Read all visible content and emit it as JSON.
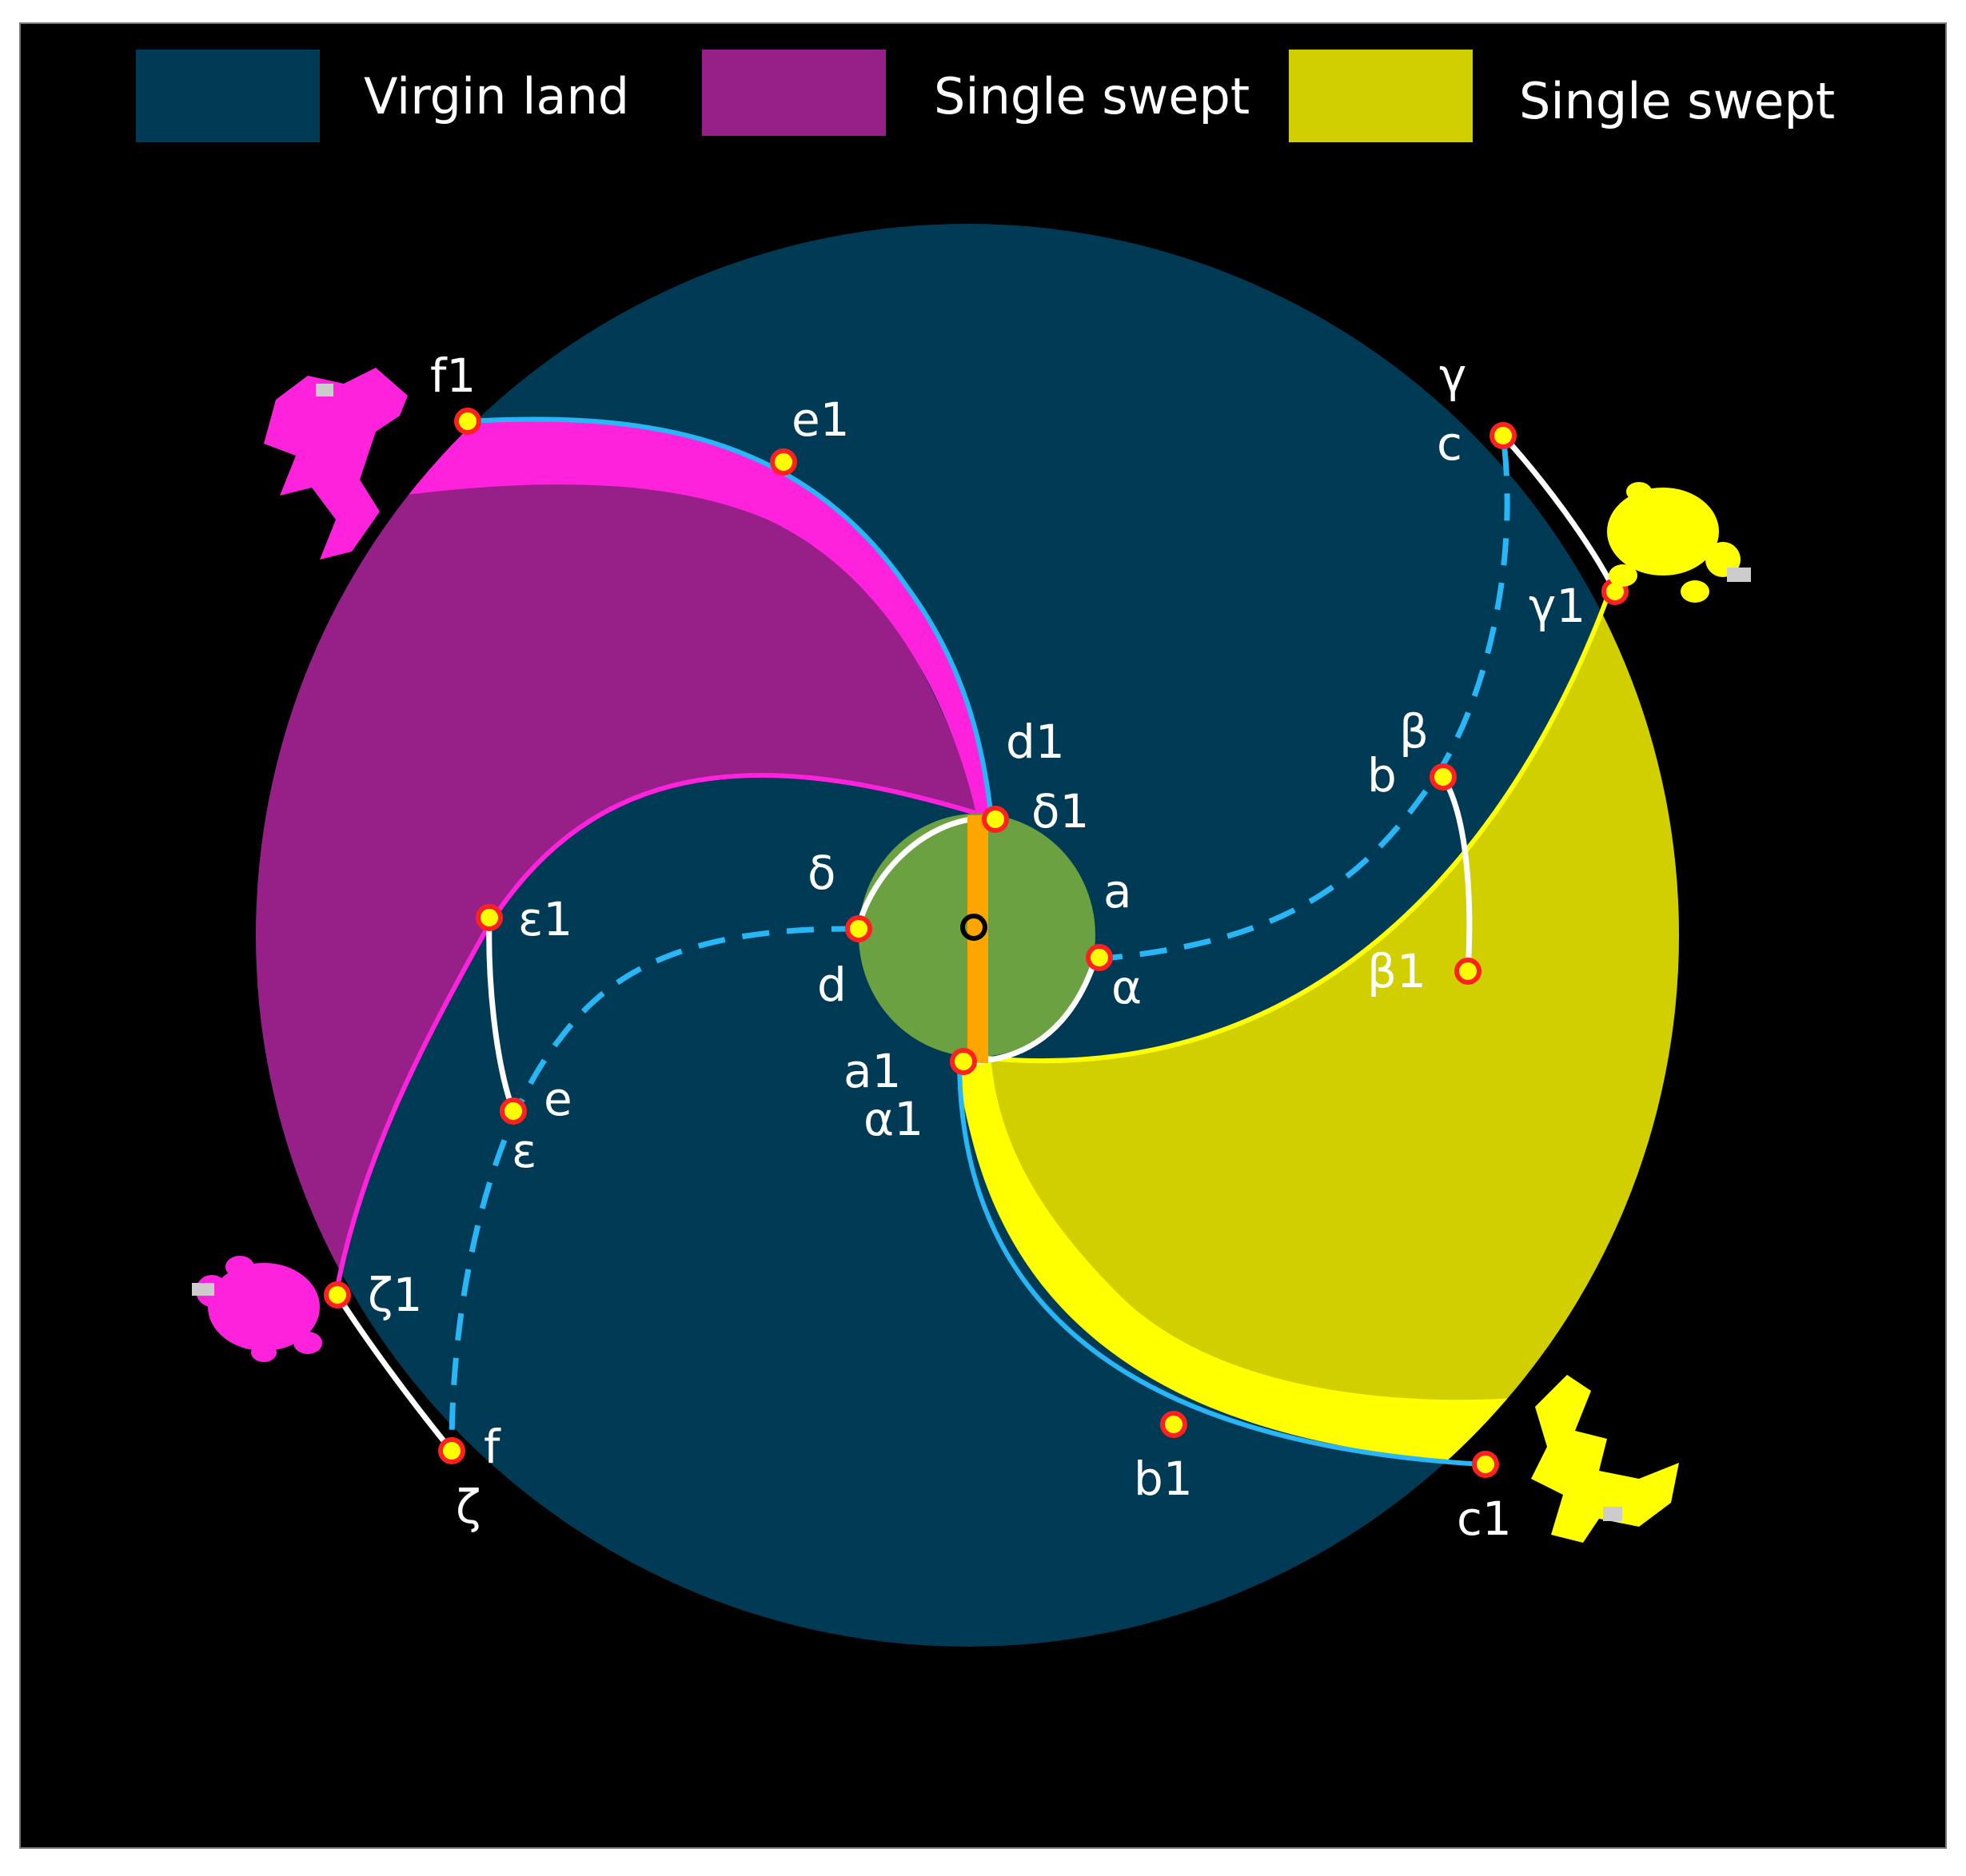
{
  "legend": [
    {
      "label": "Virgin land",
      "color": "#003a55"
    },
    {
      "label": "Single swept",
      "color": "#962088"
    },
    {
      "label": "Single swept",
      "color": "#d2cf00"
    }
  ],
  "colors": {
    "background": "#000000",
    "virgin_land": "#003a55",
    "magenta_region": "#962088",
    "magenta_band": "#ff22dd",
    "yellow_region": "#d2cf00",
    "yellow_band": "#ffff00",
    "center_disk": "#6ba140",
    "center_bar": "#ffa500",
    "path_dashed": "#29b6f6",
    "path_solid": "#ffffff",
    "marker_ring": "#ff2020"
  },
  "points": {
    "o": "O",
    "a": "a",
    "alpha": "α",
    "a1": "a1",
    "alpha1": "α1",
    "b": "b",
    "beta": "β",
    "b1": "b1",
    "beta1": "β1",
    "c": "c",
    "gamma": "γ",
    "c1": "c1",
    "gamma1": "γ1",
    "d": "d",
    "delta": "δ",
    "d1": "d1",
    "delta1": "δ1",
    "e": "e",
    "epsilon": "ε",
    "e1": "e1",
    "epsilon1": "ε1",
    "f": "f",
    "zeta": "ζ",
    "f1": "f1",
    "zeta1": "ζ1"
  },
  "icons": [
    "robot-icon-magenta-top-left",
    "turtle-icon-yellow-top-right",
    "turtle-icon-magenta-bottom-left",
    "robot-icon-yellow-bottom-right"
  ]
}
